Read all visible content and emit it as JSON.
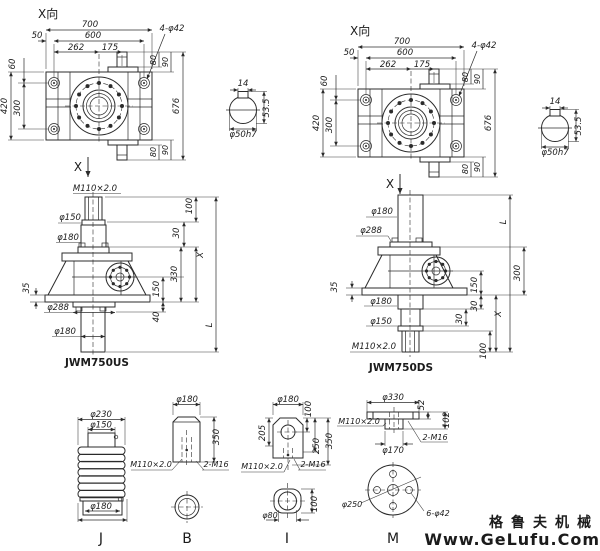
{
  "flange_view": {
    "view_label": "X向",
    "axis_label": "X",
    "dims": {
      "overall_w": "700",
      "bolt_span_w": "600",
      "left_to_center": "262",
      "center_to_shaft": "175",
      "edge_offset": "50",
      "corner_holes": "4-φ42",
      "top_offset": "60",
      "overall_h": "420",
      "bolt_span_h": "300",
      "total_h": "676",
      "shaft_len_a": "80",
      "shaft_len_b": "90"
    }
  },
  "shaft_section": {
    "key_width": "14",
    "flat_height": "53.5",
    "diameter": "φ50h7"
  },
  "jwm750us": {
    "model_label": "JWM750US",
    "dims": {
      "thread": "M110×2.0",
      "screw_dia": "φ150",
      "tube_dia_top": "φ180",
      "h100": "100",
      "h30": "30",
      "stroke": "X",
      "h330": "330",
      "h150": "150",
      "h40": "40",
      "base_t": "35",
      "ring_dia": "φ288",
      "tube_dia_bottom": "φ180",
      "total": "L"
    }
  },
  "jwm750ds": {
    "model_label": "JWM750DS",
    "dims": {
      "tube_dia_top": "φ180",
      "ring_dia": "φ288",
      "total": "L",
      "h300": "300",
      "h150": "150",
      "base_t": "35",
      "tube_dia_bottom": "φ180",
      "h30a": "30",
      "stroke": "X",
      "screw_dia": "φ150",
      "h30b": "30",
      "thread": "M110×2.0",
      "h100": "100"
    }
  },
  "detail_j": {
    "label": "J",
    "dims": {
      "d230": "φ230",
      "d150": "φ150",
      "d180": "φ180"
    }
  },
  "detail_b": {
    "label": "B",
    "dims": {
      "d180": "φ180",
      "h350": "350",
      "thread": "M110×2.0",
      "tap": "2-M16"
    }
  },
  "detail_i": {
    "label": "I",
    "dims": {
      "d180": "φ180",
      "h100": "100",
      "h205": "205",
      "h250": "250",
      "h350": "350",
      "thread": "M110×2.0",
      "tap": "2-M16",
      "d80": "φ80",
      "w100": "100"
    }
  },
  "detail_m": {
    "label": "M",
    "dims": {
      "d330": "φ330",
      "h52": "52",
      "h102": "102",
      "thread": "M110×2.0",
      "d170": "φ170",
      "tap": "2-M16",
      "bolt_circle": "φ250",
      "holes": "6-φ42"
    }
  },
  "watermark": {
    "brand_cn": "格鲁夫机械",
    "brand_url": "Www.GeLufu.Com",
    "color": "#f2918f"
  }
}
